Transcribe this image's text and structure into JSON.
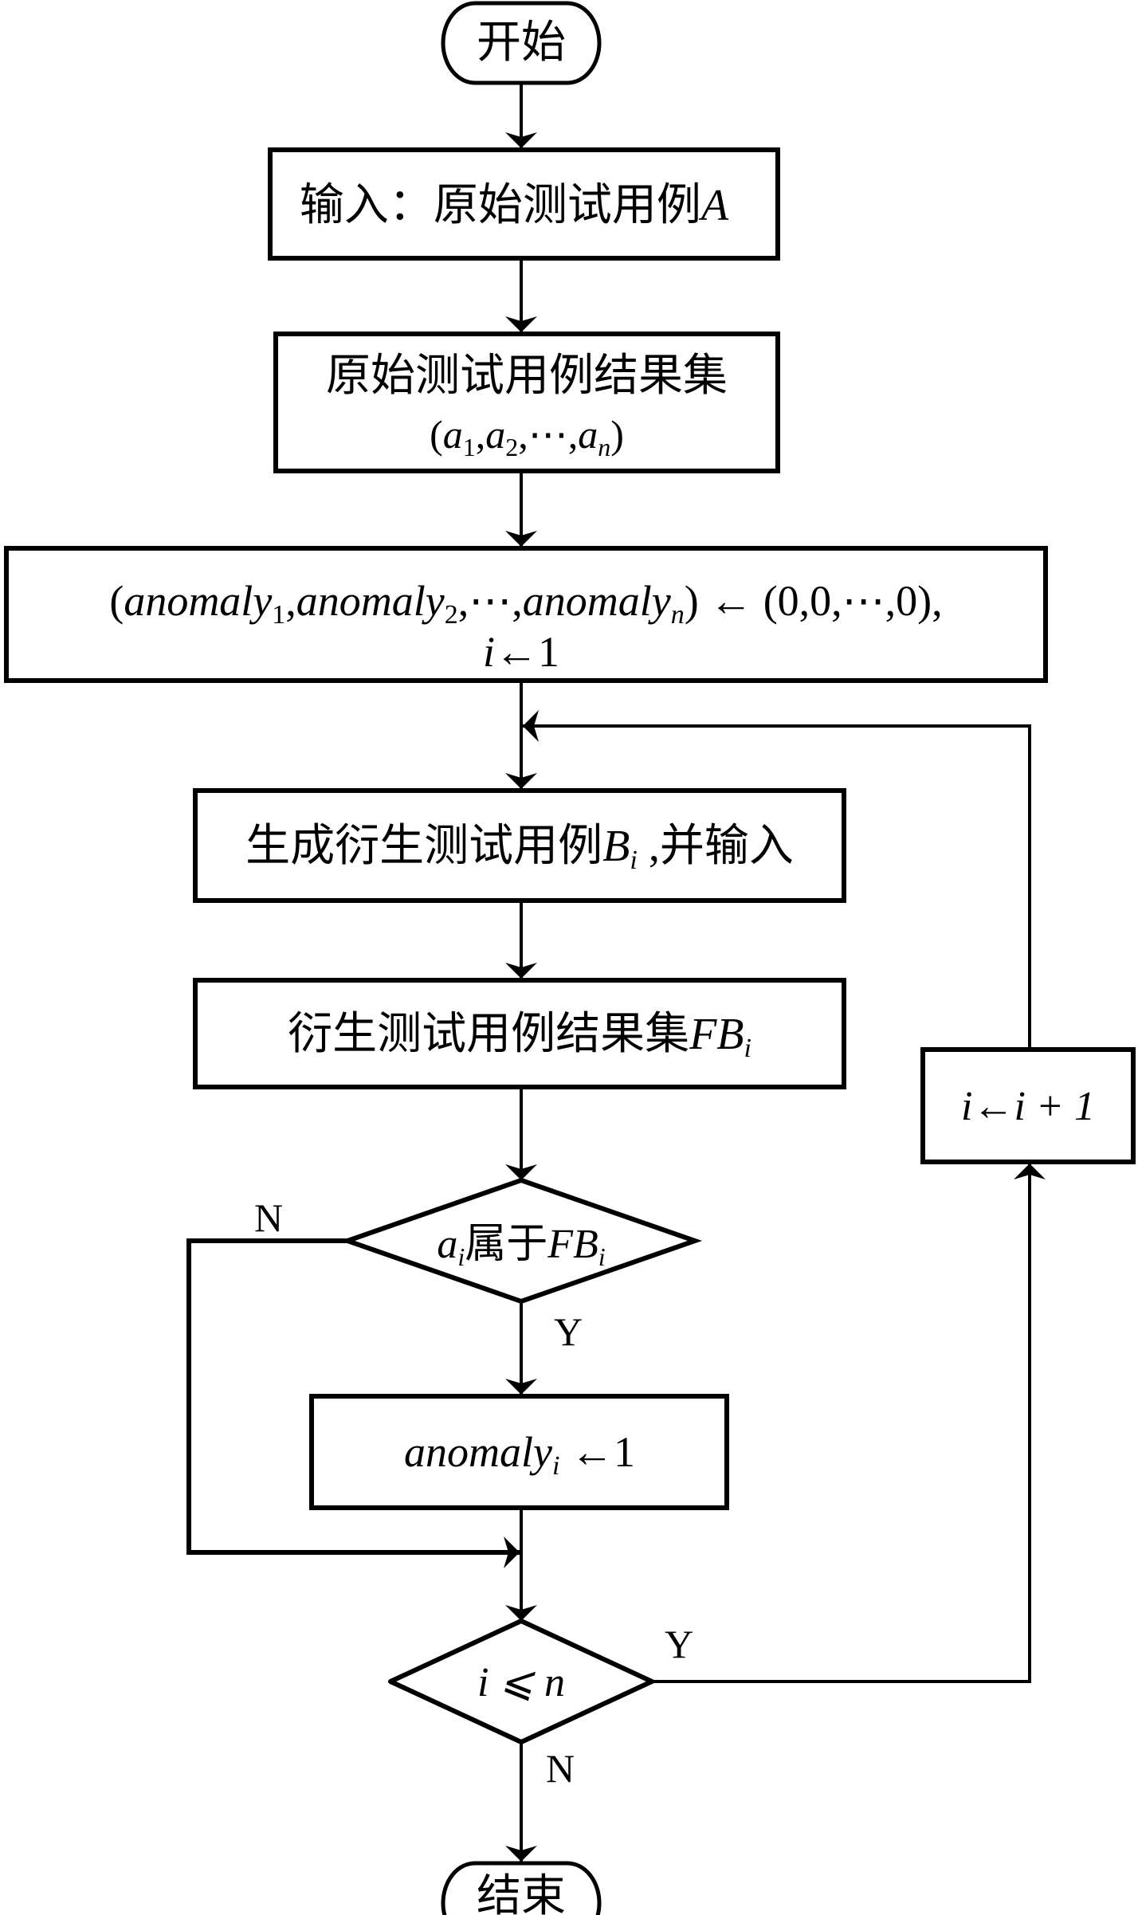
{
  "flowchart": {
    "start": {
      "label": "开始"
    },
    "input": {
      "label": "输入：原始测试用例",
      "var": "A"
    },
    "result_set": {
      "line1": "原始测试用例结果集",
      "line2_open": "(",
      "a": "a",
      "s1": "1",
      "s2": "2",
      "sn": "n",
      "ellipsis": "⋯",
      "close": ")"
    },
    "init": {
      "anomaly": "anomaly",
      "sub1": "1",
      "sub2": "2",
      "subn": "n",
      "rhs": "(0,0,⋯,0),",
      "line2_var": "i",
      "line2_val": "1",
      "arrow": "←"
    },
    "generate": {
      "label": "生成衍生测试用例",
      "var": "B",
      "sub": "i",
      "suffix": " ,并输入"
    },
    "derived_set": {
      "label": "衍生测试用例结果集",
      "var": "FB",
      "sub": "i"
    },
    "decision1": {
      "var_a": "a",
      "sub": "i",
      "text": "属于",
      "var": "FB",
      "sub2": "i",
      "yes": "Y",
      "no": "N"
    },
    "set_anomaly": {
      "var": "anomaly",
      "sub": "i",
      "arrow": "←",
      "val": "1"
    },
    "increment": {
      "var": "i",
      "arrow": "←",
      "expr": "i + 1"
    },
    "decision2": {
      "text": "i ⩽ n",
      "yes": "Y",
      "no": "N"
    },
    "end": {
      "label": "结束"
    }
  }
}
